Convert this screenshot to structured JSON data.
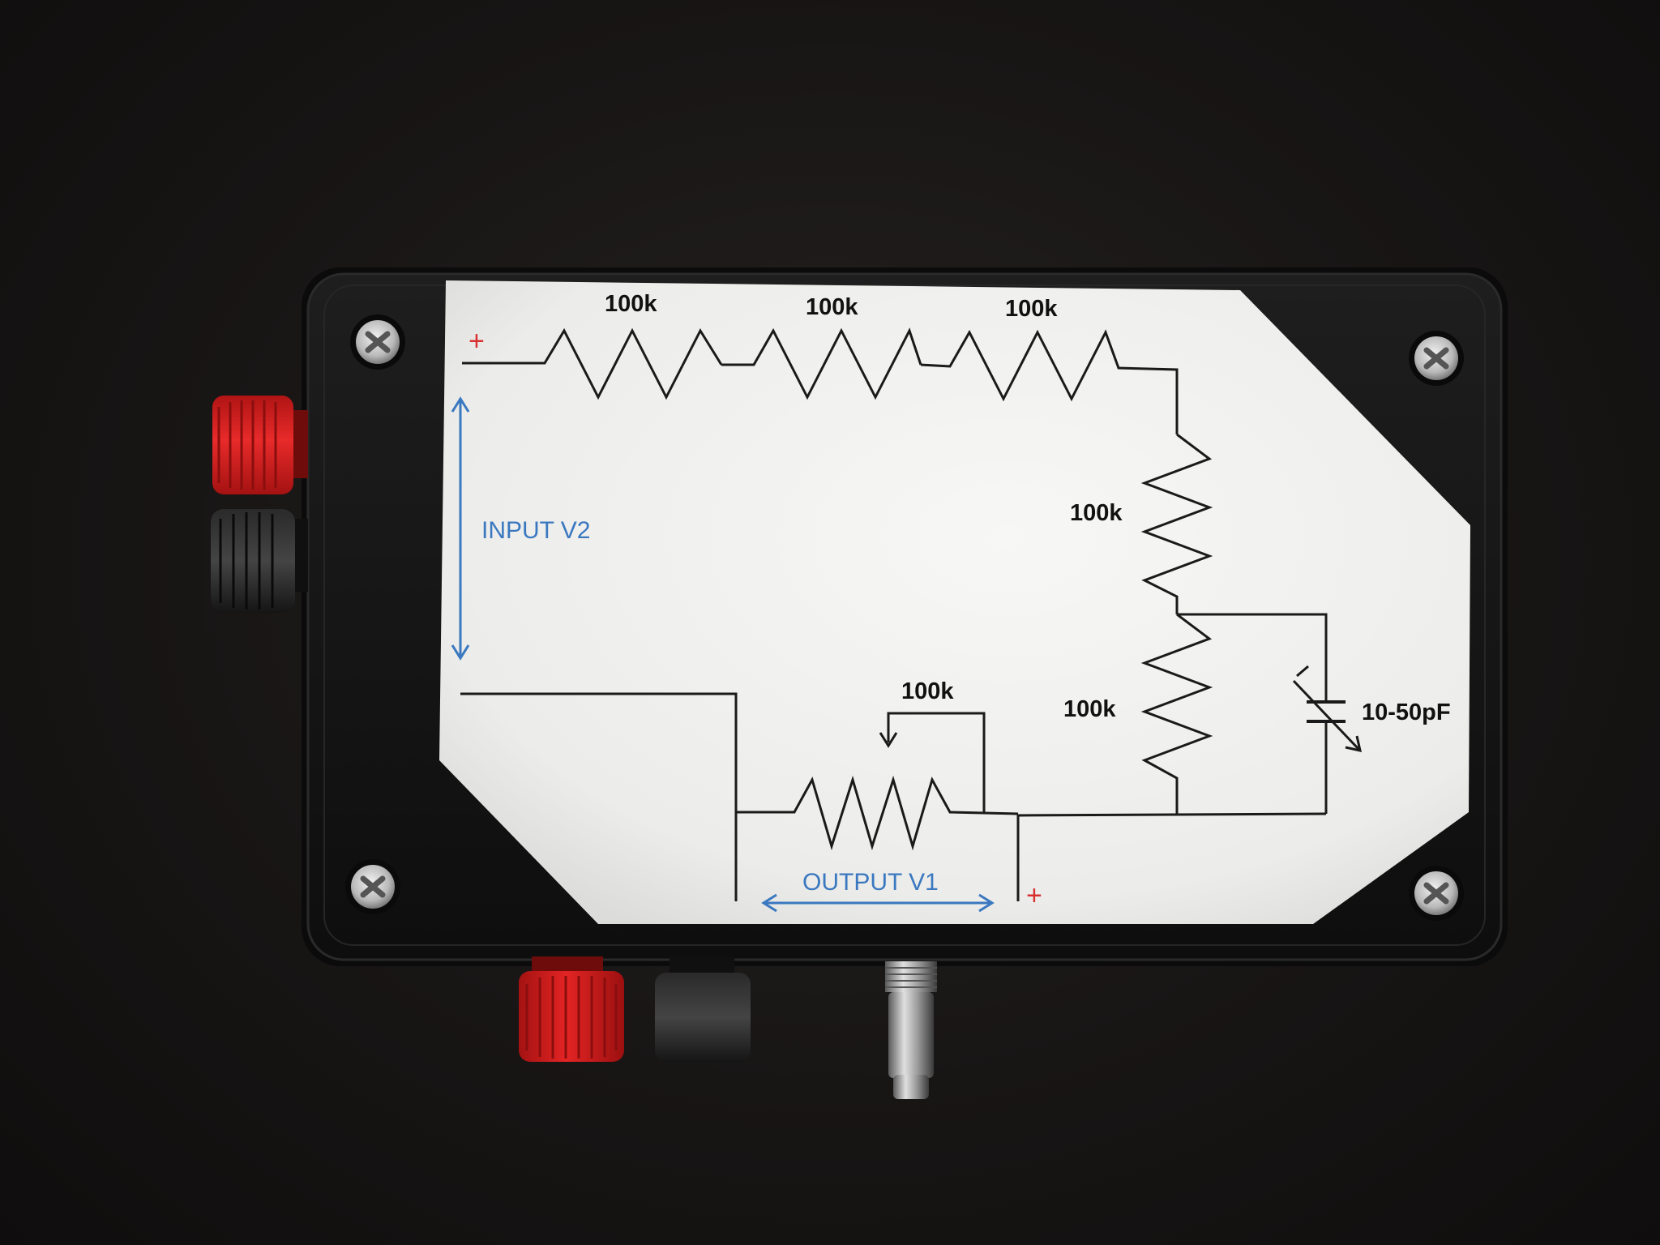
{
  "schematic": {
    "resistor_labels": [
      "100k",
      "100k",
      "100k",
      "100k",
      "100k"
    ],
    "potentiometer_label": "100k",
    "capacitor_label": "10-50pF",
    "input_label": "INPUT V2",
    "output_label": "OUTPUT V1",
    "plus_sign": "+"
  },
  "colors": {
    "enclosure": "#141414",
    "paper": "#f3f3f1",
    "wire": "#1a1a1a",
    "blue_annotation": "#3a78c0",
    "red_annotation": "#d83030",
    "red_terminal": "#d81e1e",
    "black_terminal": "#1c1c1c"
  },
  "icons": {
    "screws": "phillips-screw-icon",
    "terminals": "binding-post-icon",
    "connector": "dc-jack-icon"
  }
}
